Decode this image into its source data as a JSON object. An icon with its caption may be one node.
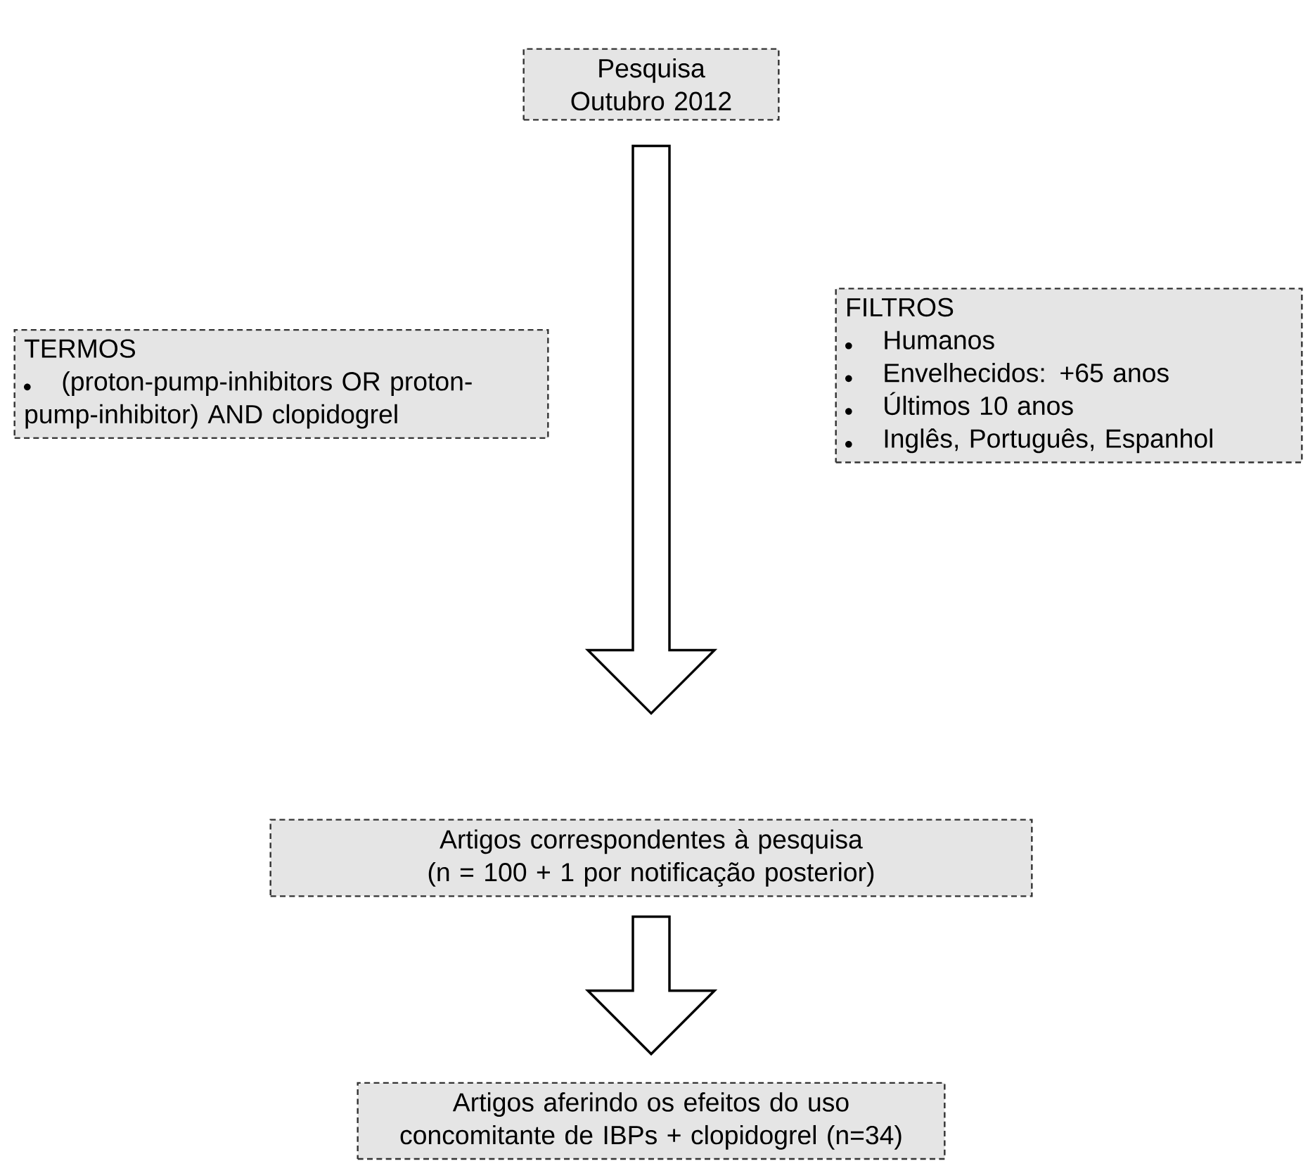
{
  "diagram": {
    "nodes": [
      {
        "text": [
          "Pesquisa Outubro 2012"
        ]
      },
      {
        "text": [
          "TERMOS",
          "(proton-pump-inhibitors OR proton-pump-inhibitor) AND clopidogrel"
        ]
      },
      {
        "text": [
          "FILTROS",
          "Humanos",
          "Envelhecidos: +65 anos",
          "Últimos 10 anos",
          "Inglês, Português, Espanhol"
        ]
      },
      {
        "text": [
          "Artigos correspondentes à pesquisa (n = 100 + 1 por notificação posterior)"
        ]
      },
      {
        "text": [
          "Artigos aferindo os efeitos do uso concomitante de IBPs + clopidogrel (n=34)"
        ]
      }
    ],
    "edges": [
      {
        "from": 0,
        "to": 3,
        "arrow": "to"
      },
      {
        "from": 3,
        "to": 4,
        "arrow": "to"
      }
    ]
  }
}
